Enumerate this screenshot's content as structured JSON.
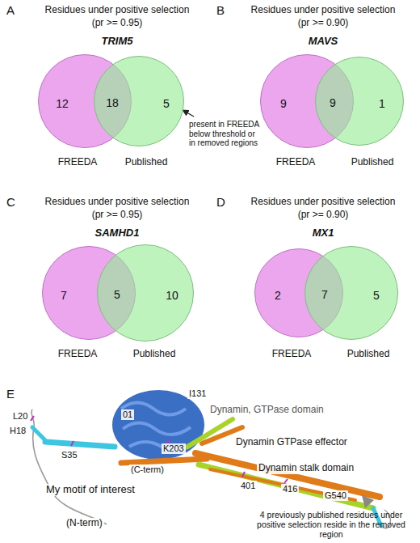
{
  "diagram": {
    "nodes": [
      {
        "text": [
          "12",
          "FREEDA"
        ]
      },
      {
        "text": [
          "5",
          "Published"
        ]
      },
      {
        "text": [
          "9",
          "FREEDA"
        ]
      },
      {
        "text": [
          "1",
          "Published"
        ]
      },
      {
        "text": [
          "7",
          "FREEDA"
        ]
      },
      {
        "text": [
          "10",
          "Published"
        ]
      },
      {
        "text": [
          "2",
          "FREEDA"
        ]
      },
      {
        "text": [
          "5",
          "Published"
        ]
      }
    ],
    "labels": [
      "A",
      "Residues under positive selection",
      "(pr >= 0.95)",
      "TRIM5",
      "18",
      "present in FREEDA below threshold or in removed regions",
      "B",
      "Residues under positive selection",
      "(pr >= 0.90)",
      "MAVS",
      "9",
      "C",
      "Residues under positive selection",
      "(pr >= 0.95)",
      "SAMHD1",
      "5",
      "D",
      "Residues under positive selection",
      "(pr >= 0.90)",
      "MX1",
      "7",
      "E",
      "I131",
      "Dynamin, GTPase domain",
      "L20",
      "H18",
      "S35",
      "01",
      "K203",
      "(C-term)",
      "Dynamin GTPase effector",
      "Dynamin stalk domain",
      "My motif of interest",
      "(N-term)",
      "401",
      "416",
      "G540",
      "4 previously published residues under positive selection reside in the removed region"
    ]
  }
}
